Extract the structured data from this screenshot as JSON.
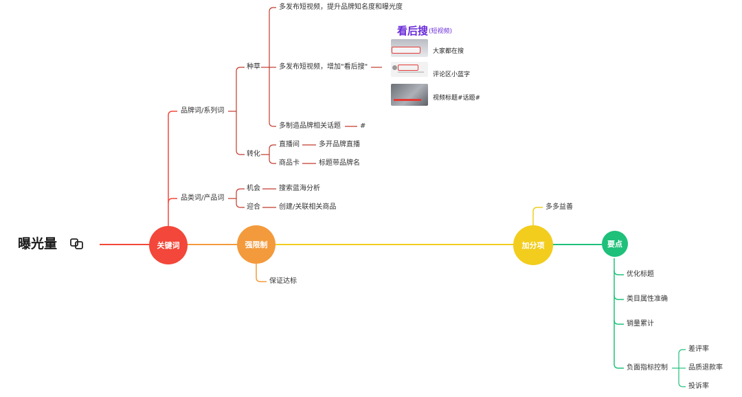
{
  "root": {
    "title": "曝光量"
  },
  "nodes": {
    "keywords": "关键词",
    "strong_limit": "强限制",
    "bonus": "加分项",
    "key_points": "要点"
  },
  "colors": {
    "keywords": "#f2473a",
    "strong_limit": "#f39a3c",
    "bonus": "#f2cd1d",
    "key_points": "#1ec07a",
    "purple": "#6a2bd8"
  },
  "keywords_branch": {
    "brand_word": "品牌词/系列词",
    "seeding": "种草",
    "seeding_items": [
      "多发布短视频，提升品牌知名度和曝光度",
      "多发布短视频，增加\"看后搜\"",
      "多制造品牌相关话题"
    ],
    "hash": "#",
    "conversion": "转化",
    "live_room": "直播间",
    "live_room_detail": "多开品牌直播",
    "product_card": "商品卡",
    "product_card_detail": "标题带品牌名",
    "category_word": "品类词/产品词",
    "opportunity": "机会",
    "opportunity_detail": "搜索蓝海分析",
    "cater": "迎合",
    "cater_detail": "创建/关联相关商品"
  },
  "kanhousou": {
    "title": "看后搜",
    "subtitle": "(短视频)",
    "items": [
      "大家都在搜",
      "评论区小蓝字",
      "视频标题#话题#"
    ]
  },
  "strong_limit_branch": {
    "item": "保证达标"
  },
  "bonus_branch": {
    "item": "多多益善"
  },
  "key_points_branch": {
    "items": [
      "优化标题",
      "类目属性准确",
      "销量累计",
      "负面指标控制"
    ],
    "negative_items": [
      "差评率",
      "品质退款率",
      "投诉率"
    ]
  }
}
